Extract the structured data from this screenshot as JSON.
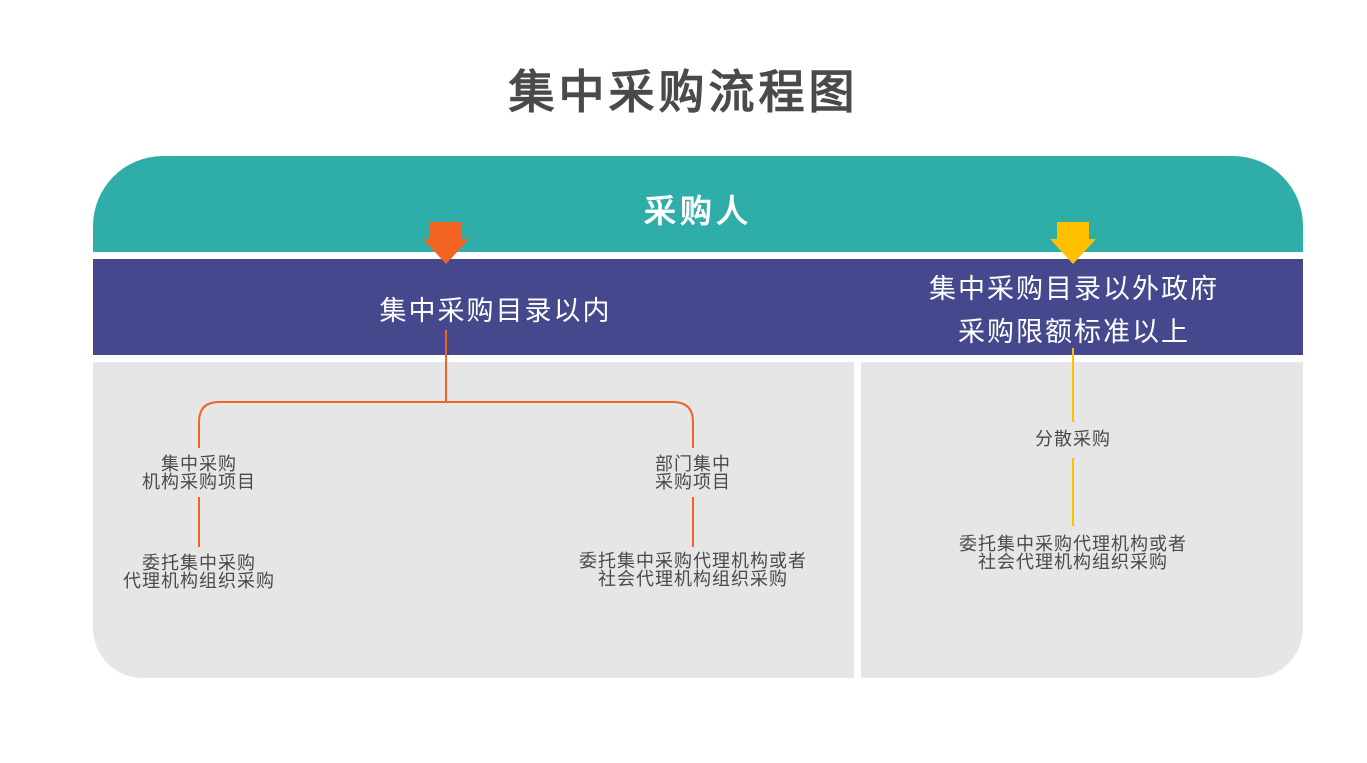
{
  "title": "集中采购流程图",
  "purchaser": {
    "label": "采购人",
    "color": "#2fada9"
  },
  "catalog": {
    "color": "#45488d",
    "inside_label": "集中采购目录以内",
    "outside_lines": [
      "集中采购目录以外政府",
      "采购限额标准以上"
    ]
  },
  "left_branch": {
    "arrow_color": "#f26322",
    "centralized": {
      "lines": [
        "集中采购",
        "机构采购项目"
      ],
      "result_lines": [
        "委托集中采购",
        "代理机构组织采购"
      ]
    },
    "departmental": {
      "lines": [
        "部门集中",
        "采购项目"
      ],
      "result_lines": [
        "委托集中采购代理机构或者",
        "社会代理机构组织采购"
      ]
    }
  },
  "right_branch": {
    "arrow_color": "#ffc000",
    "decentralized": {
      "label": "分散采购"
    },
    "result_lines": [
      "委托集中采购代理机构或者",
      "社会代理机构组织采购"
    ]
  }
}
